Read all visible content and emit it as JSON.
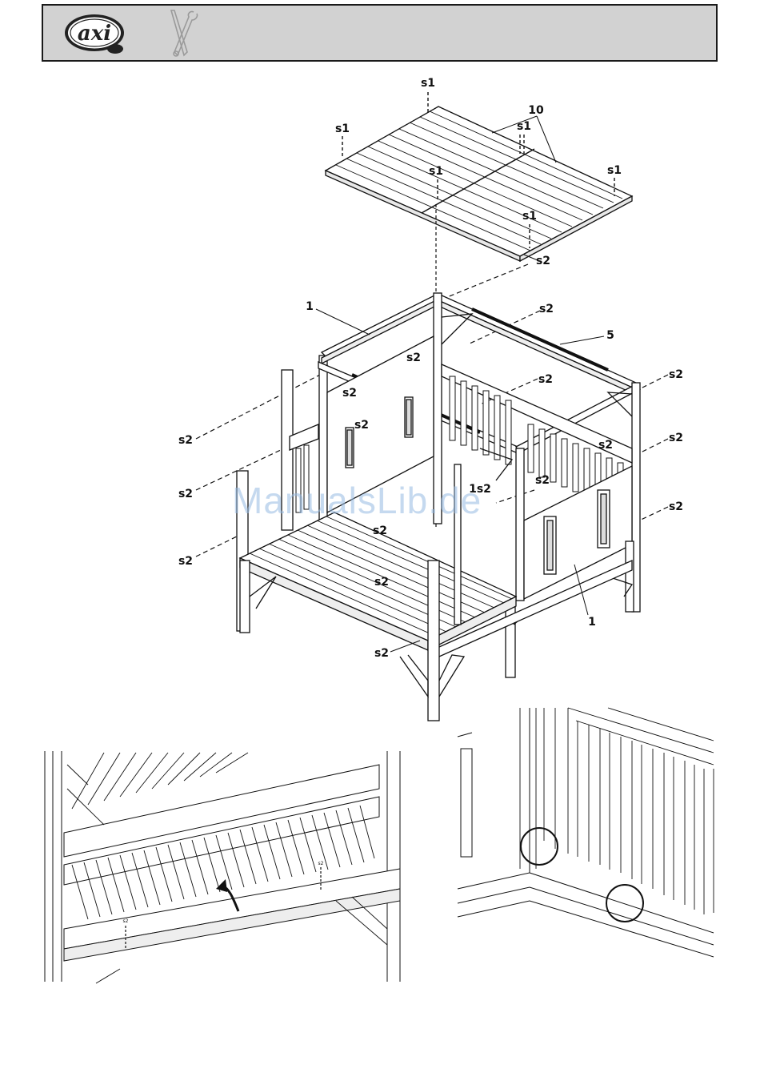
{
  "header": {
    "brand_logo": "axi"
  },
  "watermark": {
    "text": "ManualsLib.de"
  },
  "main_diagram": {
    "labels": {
      "s1_a": "s1",
      "s1_b": "s1",
      "s1_c": "s1",
      "s1_d": "s1",
      "s1_e": "s1",
      "s1_f": "s1",
      "part10": "10",
      "s2_roof": "s2",
      "part1_top": "1",
      "s2_top_right": "s2",
      "part5": "5",
      "s2_back_mid": "s2",
      "s2_right_1": "s2",
      "s2_left_inner": "s2",
      "s2_left_inner2": "s2",
      "s2_left_win": "s2",
      "s2_left_1": "s2",
      "s2_right_2": "s2",
      "s2_mid_right": "s2",
      "s2_left_2": "s2",
      "s2_inner_1s2": "1s2",
      "s2_inner_r": "s2",
      "s2_right_3": "s2",
      "s2_floor": "s2",
      "s2_left_3": "s2",
      "s2_floor2": "s2",
      "part1_bottom": "1",
      "s2_bottom": "s2"
    }
  },
  "detail_left": {
    "screw_a": "s2",
    "screw_b": "s2"
  }
}
